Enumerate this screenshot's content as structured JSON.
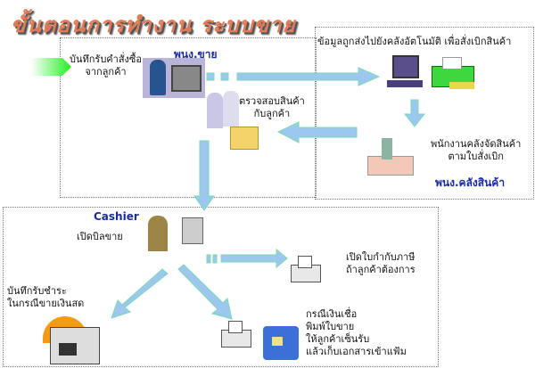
{
  "title": "ขั้นตอนการทำงาน ระบบขาย",
  "sales": {
    "role": "พนง.ขาย",
    "step1": [
      "บันทึกรับคำสั่งซื้อ",
      "จากลูกค้า"
    ],
    "step2": [
      "ตรวจสอบสินค้า",
      "กับลูกค้า"
    ]
  },
  "warehouse": {
    "role": "พนง.คลังสินค้า",
    "step1": "ข้อมูลถูกส่งไปยังคลังอัตโนมัติ เพื่อสั่งเบิกสินค้า",
    "step2": [
      "พนักงานคลังจัดสินค้า",
      "ตามใบสั่งเบิก"
    ]
  },
  "cashier": {
    "role": "Cashier",
    "step1": "เปิดบิลขาย",
    "tax": [
      "เปิดใบกำกับภาษี",
      "ถ้าลูกค้าต้องการ"
    ],
    "cash": [
      "บันทึกรับชำระ",
      "ในกรณีขายเงินสด"
    ],
    "credit": [
      "กรณีเงินเชื่อ",
      "พิมพ์ใบขาย",
      "ให้ลูกค้าเซ็นรับ",
      "แล้วเก็บเอกสารเข้าแฟ้ม"
    ]
  },
  "colors": {
    "arrow": "#9cc8f0",
    "arrow_border": "#7bd8b0",
    "entry_arrow": "#33ee33",
    "role": "#1a2aa0",
    "title": "#e27a55"
  }
}
